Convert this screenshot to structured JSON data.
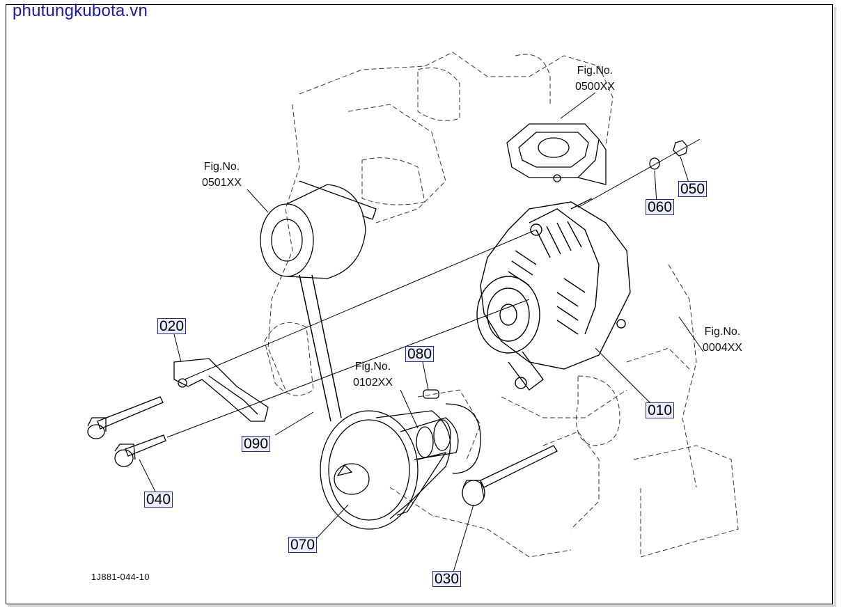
{
  "header": {
    "site_title": "phutungkubota.vn"
  },
  "accent_colors": {
    "site_title": "#1a1aa0",
    "callout_border": "#2a2a8a",
    "callout_bg": "#e8eefc"
  },
  "figure_refs": [
    {
      "line1": "Fig.No.",
      "line2": "0500XX"
    },
    {
      "line1": "Fig.No.",
      "line2": "0501XX"
    },
    {
      "line1": "Fig.No.",
      "line2": "0004XX"
    },
    {
      "line1": "Fig.No.",
      "line2": "0102XX"
    }
  ],
  "parts": [
    "010",
    "020",
    "030",
    "040",
    "050",
    "060",
    "070",
    "080",
    "090"
  ],
  "drawing_number": "1J881-044-10"
}
